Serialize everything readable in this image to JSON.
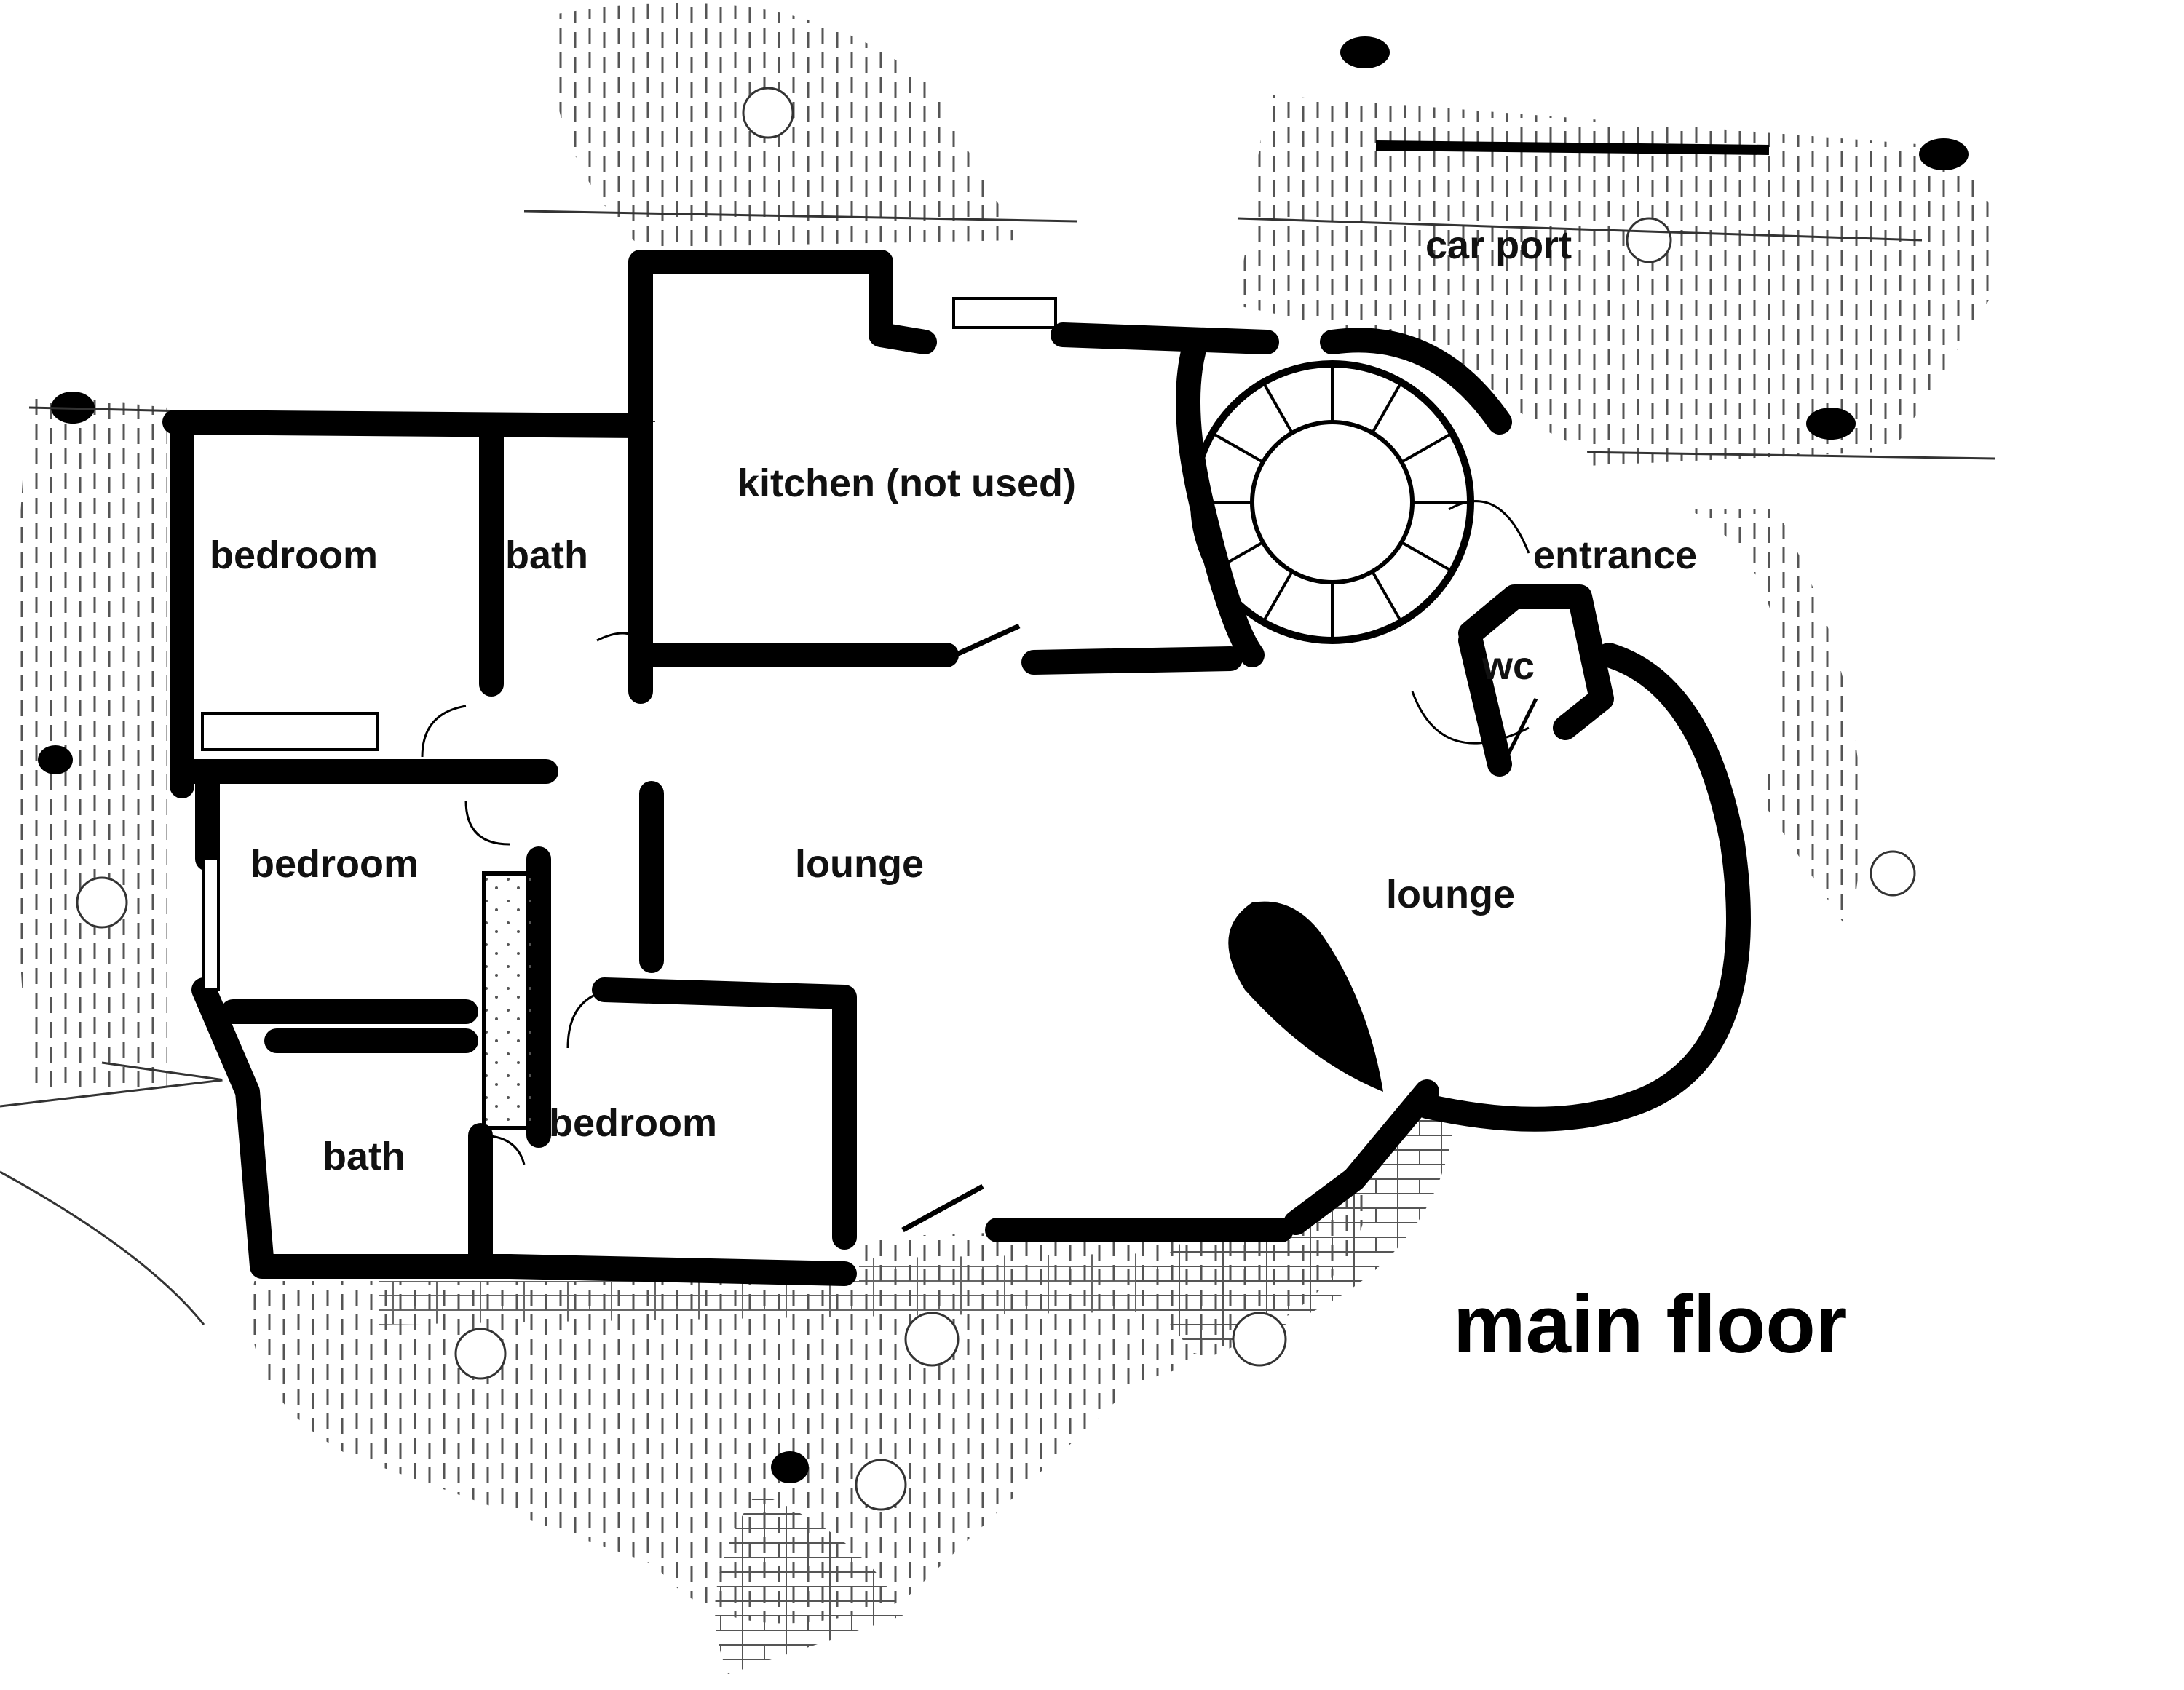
{
  "title": "main floor",
  "rooms": {
    "car_port": "car port",
    "kitchen": "kitchen (not used)",
    "bedroom_1": "bedroom",
    "bath_1": "bath",
    "entrance": "entrance",
    "wc": "wc",
    "bedroom_2": "bedroom",
    "lounge_1": "lounge",
    "lounge_2": "lounge",
    "bedroom_3": "bedroom",
    "bath_2": "bath"
  },
  "colors": {
    "wall": "#000000",
    "background": "#ffffff",
    "hatch": "#444444"
  },
  "icons": [
    "spiral-staircase-icon",
    "light-fixture-icon"
  ]
}
